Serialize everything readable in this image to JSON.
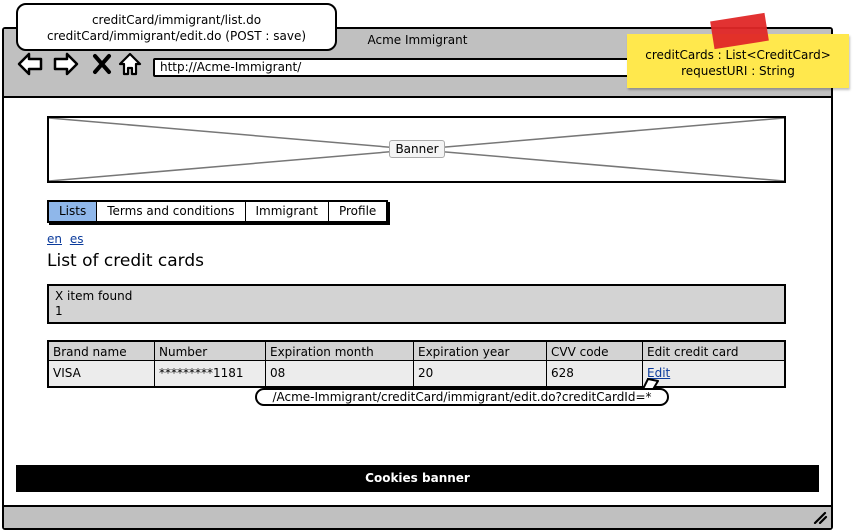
{
  "callout": {
    "line1": "creditCard/immigrant/list.do",
    "line2": "creditCard/immigrant/edit.do (POST : save)"
  },
  "sticky_note": {
    "line1": "creditCards : List<CreditCard>",
    "line2": "requestURI : String"
  },
  "browser": {
    "title": "Acme Immigrant",
    "url": "http://Acme-Immigrant/"
  },
  "banner": {
    "label": "Banner"
  },
  "tabs": [
    {
      "label": "Lists",
      "active": true
    },
    {
      "label": "Terms and conditions",
      "active": false
    },
    {
      "label": "Immigrant",
      "active": false
    },
    {
      "label": "Profile",
      "active": false
    }
  ],
  "languages": [
    "en",
    "es"
  ],
  "page_title": "List of credit cards",
  "found_panel": {
    "line1": "X item found",
    "line2": "1"
  },
  "table": {
    "columns": [
      "Brand name",
      "Number",
      "Expiration month",
      "Expiration year",
      "CVV code",
      "Edit credit card"
    ],
    "rows": [
      {
        "brand": "VISA",
        "number": "*********1181",
        "exp_month": "08",
        "exp_year": "20",
        "cvv": "628",
        "edit": "Edit"
      }
    ]
  },
  "edit_link_tooltip": "/Acme-Immigrant/creditCard/immigrant/edit.do?creditCardId=*",
  "cookies_banner": "Cookies banner",
  "colors": {
    "active_tab": "#8fb7ea",
    "sticky_note": "#ffe84d",
    "tape": "#e02727",
    "chrome": "#c0c0c0",
    "link": "#0b3b9c"
  }
}
